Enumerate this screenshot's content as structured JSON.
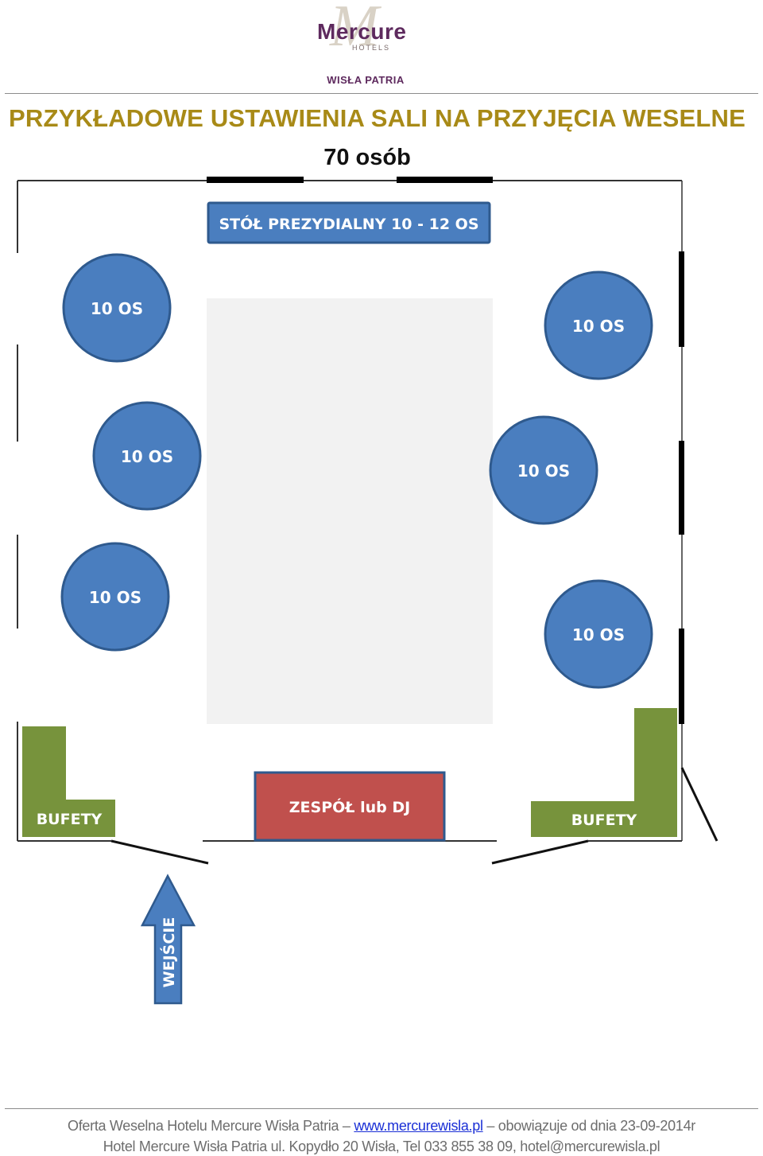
{
  "brand": {
    "name": "Mercure",
    "sub": "HOTELS",
    "location": "WISŁA PATRIA",
    "colors": {
      "purple": "#5e2a5e",
      "gold": "#a88a17"
    }
  },
  "page": {
    "title": "PRZYKŁADOWE USTAWIENIA SALI NA PRZYJĘCIA WESELNE",
    "capacity": "70 osób"
  },
  "plan": {
    "head_table": "STÓŁ PREZYDIALNY 10 - 12 OS",
    "round_tables": [
      "10 OS",
      "10 OS",
      "10 OS",
      "10 OS",
      "10 OS",
      "10 OS"
    ],
    "band": "ZESPÓŁ lub DJ",
    "buffet_left": "BUFETY",
    "buffet_right": "BUFETY",
    "entrance": "WEJŚCIE",
    "colors": {
      "table": "#4a7ebf",
      "table_border": "#2f5a8e",
      "band": "#c0504d",
      "buffet": "#77933c",
      "dance_floor": "#f2f2f2"
    }
  },
  "footer": {
    "line1_before": "Oferta Weselna Hotelu Mercure Wisła Patria – ",
    "website": "www.mercurewisla.pl",
    "line1_after": " – obowiązuje od dnia 23-09-2014r",
    "line2": "Hotel Mercure Wisła Patria ul. Kopydło 20 Wisła, Tel  033 855 38 09, hotel@mercurewisla.pl"
  }
}
